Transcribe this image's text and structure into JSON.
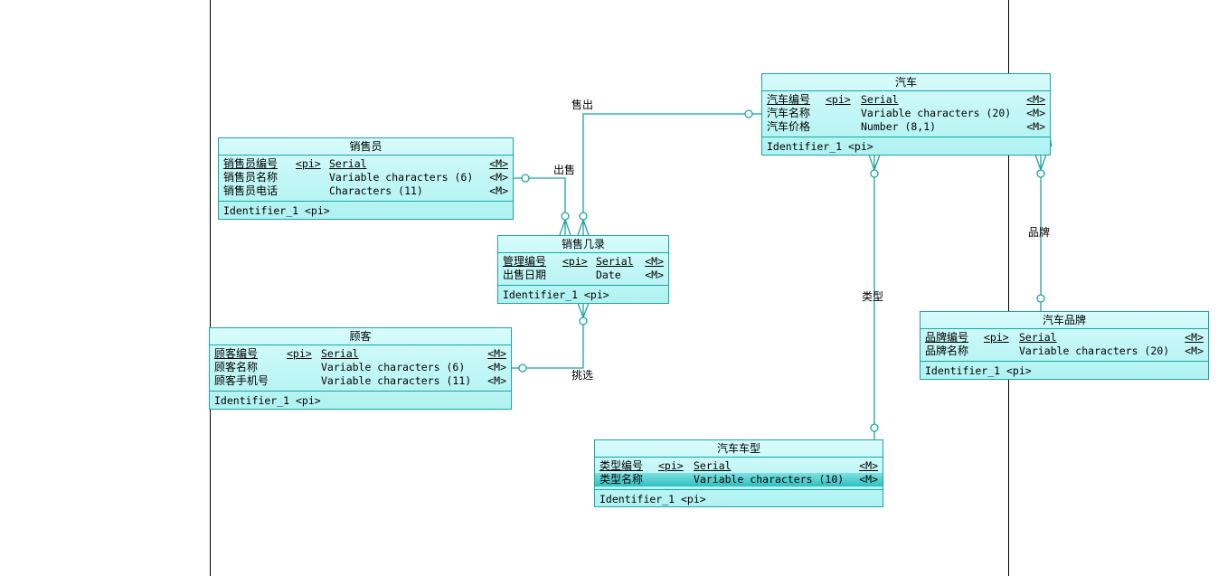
{
  "diagram": {
    "type": "conceptual-data-model",
    "entities": [
      {
        "id": "salesperson",
        "title": "销售员",
        "attributes": [
          {
            "name": "销售员编号",
            "pi": "<pi>",
            "type": "Serial",
            "m": "<M>",
            "primary": true
          },
          {
            "name": "销售员名称",
            "pi": "",
            "type": "Variable characters (6)",
            "m": "<M>",
            "primary": false
          },
          {
            "name": "销售员电话",
            "pi": "",
            "type": "Characters (11)",
            "m": "<M>",
            "primary": false
          }
        ],
        "identifier": "Identifier_1  <pi>"
      },
      {
        "id": "car",
        "title": "汽车",
        "attributes": [
          {
            "name": "汽车编号",
            "pi": "<pi>",
            "type": "Serial",
            "m": "<M>",
            "primary": true
          },
          {
            "name": "汽车名称",
            "pi": "",
            "type": "Variable characters (20)",
            "m": "<M>",
            "primary": false
          },
          {
            "name": "汽车价格",
            "pi": "",
            "type": "Number (8,1)",
            "m": "<M>",
            "primary": false
          }
        ],
        "identifier": "Identifier_1  <pi>"
      },
      {
        "id": "sales-record",
        "title": "销售几录",
        "attributes": [
          {
            "name": "管理编号",
            "pi": "<pi>",
            "type": "Serial",
            "m": "<M>",
            "primary": true
          },
          {
            "name": "出售日期",
            "pi": "",
            "type": "Date",
            "m": "<M>",
            "primary": false
          }
        ],
        "identifier": "Identifier_1  <pi>"
      },
      {
        "id": "customer",
        "title": "顾客",
        "attributes": [
          {
            "name": "顾客编号",
            "pi": "<pi>",
            "type": "Serial",
            "m": "<M>",
            "primary": true
          },
          {
            "name": "顾客名称",
            "pi": "",
            "type": "Variable characters (6)",
            "m": "<M>",
            "primary": false
          },
          {
            "name": "顾客手机号",
            "pi": "",
            "type": "Variable characters (11)",
            "m": "<M>",
            "primary": false
          }
        ],
        "identifier": "Identifier_1  <pi>"
      },
      {
        "id": "car-brand",
        "title": "汽车品牌",
        "attributes": [
          {
            "name": "品牌编号",
            "pi": "<pi>",
            "type": "Serial",
            "m": "<M>",
            "primary": true
          },
          {
            "name": "品牌名称",
            "pi": "",
            "type": "Variable characters (20)",
            "m": "<M>",
            "primary": false
          }
        ],
        "identifier": "Identifier_1  <pi>"
      },
      {
        "id": "car-type",
        "title": "汽车车型",
        "attributes": [
          {
            "name": "类型编号",
            "pi": "<pi>",
            "type": "Serial",
            "m": "<M>",
            "primary": true
          },
          {
            "name": "类型名称",
            "pi": "",
            "type": "Variable characters (10)",
            "m": "<M>",
            "primary": false,
            "selected": true
          }
        ],
        "identifier": "Identifier_1  <pi>"
      }
    ],
    "relationships": [
      {
        "label": "售出",
        "from": "car",
        "to": "sales-record"
      },
      {
        "label": "出售",
        "from": "salesperson",
        "to": "sales-record"
      },
      {
        "label": "挑选",
        "from": "customer",
        "to": "sales-record"
      },
      {
        "label": "类型",
        "from": "car-type",
        "to": "car"
      },
      {
        "label": "品牌",
        "from": "car-brand",
        "to": "car"
      }
    ],
    "colors": {
      "line": "#1aa5a5",
      "entity_fill_top": "#d8fbfb",
      "entity_fill_bottom": "#b0f2f2",
      "selected_row": "#2ec0c0",
      "page_border": "#000000"
    }
  }
}
